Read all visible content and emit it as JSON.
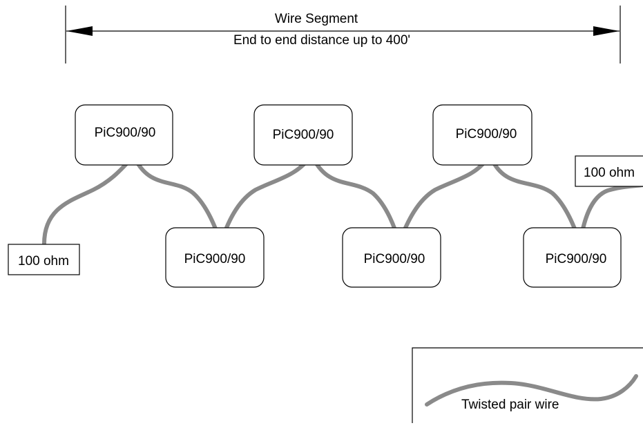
{
  "segment": {
    "title": "Wire Segment",
    "subtitle": "End to end distance up to 400'"
  },
  "nodes": [
    {
      "label": "PiC900/90"
    },
    {
      "label": "PiC900/90"
    },
    {
      "label": "PiC900/90"
    },
    {
      "label": "PiC900/90"
    },
    {
      "label": "PiC900/90"
    },
    {
      "label": "PiC900/90"
    }
  ],
  "terminators": [
    {
      "label": "100 ohm"
    },
    {
      "label": "100 ohm"
    }
  ],
  "legend": {
    "label": "Twisted pair wire"
  },
  "colors": {
    "wire": "#8a8a8a",
    "outline": "#000000"
  }
}
